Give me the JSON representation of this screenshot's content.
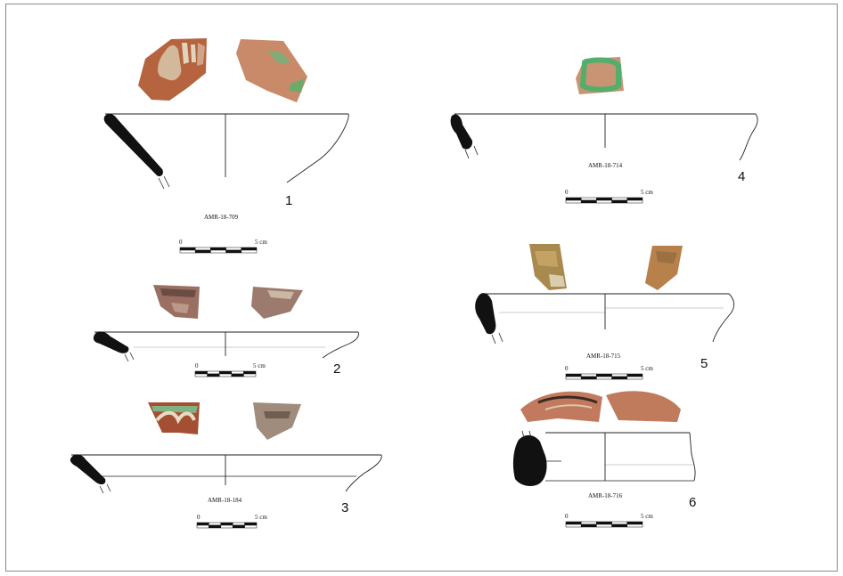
{
  "plate": {
    "objects": [
      {
        "number": "1",
        "code": "AMR-18-709"
      },
      {
        "number": "2",
        "code": ""
      },
      {
        "number": "3",
        "code": "AMR-18-184"
      },
      {
        "number": "4",
        "code": "AMR-18-714"
      },
      {
        "number": "5",
        "code": "AMR-18-715"
      },
      {
        "number": "6",
        "code": "AMR-18-716"
      }
    ],
    "scale": {
      "zero": "0",
      "end": "5 cm"
    }
  },
  "colors": {
    "terracotta": "#b86f4c",
    "glaze_green": "#5fae6a",
    "glaze_cream": "#d9c8a8",
    "section_black": "#111111"
  }
}
